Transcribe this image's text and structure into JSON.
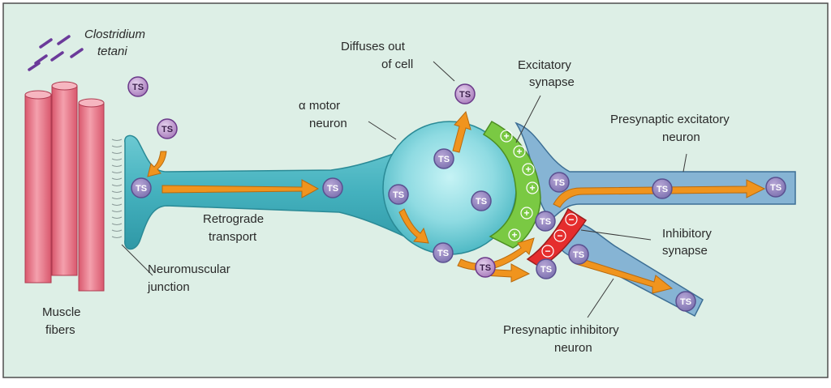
{
  "labels": {
    "bacterium_line1": "Clostridium",
    "bacterium_line2": "tetani",
    "diffuses_line1": "Diffuses out",
    "diffuses_line2": "of cell",
    "alpha_line1": "α motor",
    "alpha_line2": "neuron",
    "excitatory_line1": "Excitatory",
    "excitatory_line2": "synapse",
    "pre_exc_line1": "Presynaptic excitatory",
    "pre_exc_line2": "neuron",
    "inhibitory_line1": "Inhibitory",
    "inhibitory_line2": "synapse",
    "retro_line1": "Retrograde",
    "retro_line2": "transport",
    "nmj_line1": "Neuromuscular",
    "nmj_line2": "junction",
    "muscle_line1": "Muscle",
    "muscle_line2": "fibers",
    "pre_inh_line1": "Presynaptic inhibitory",
    "pre_inh_line2": "neuron"
  },
  "toxin_label": "TS",
  "excitatory_sign": "+",
  "inhibitory_sign": "−",
  "colors": {
    "background": "#ddefe6",
    "muscle": "#ee8090",
    "neuron": "#4bb8c4",
    "soma_center": "#bff0f2",
    "presynaptic": "#86b4d4",
    "arrow": "#f0941e",
    "toxin": "#b98ac8",
    "excitatory": "#7ac943",
    "inhibitory": "#e52d2d",
    "bacteria": "#6b3a9a"
  }
}
